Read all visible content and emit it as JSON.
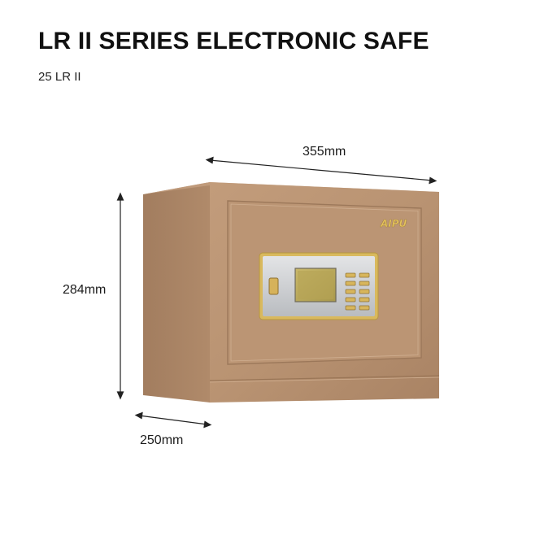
{
  "heading": {
    "title": "LR II SERIES ELECTRONIC SAFE",
    "model": "25 LR II"
  },
  "dimensions": {
    "width": "355mm",
    "height": "284mm",
    "depth": "250mm"
  },
  "product": {
    "brand": "AIPU",
    "body_color": "#B58F6E",
    "trim_color": "#D4B45E"
  }
}
